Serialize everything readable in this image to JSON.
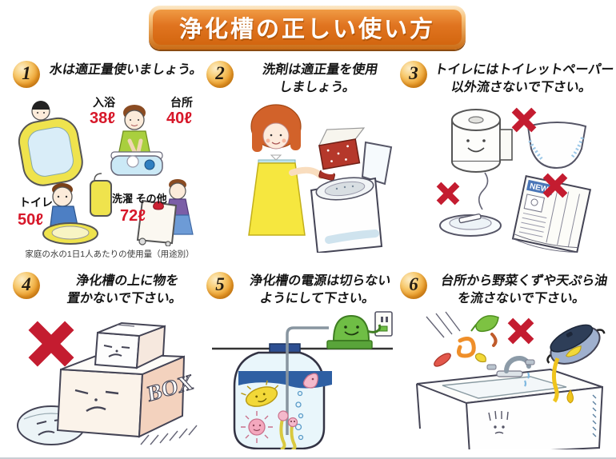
{
  "banner": {
    "title": "浄化槽の正しい使い方"
  },
  "sections": [
    {
      "number": "1",
      "heading_line1": "水は適正量使いましょう。",
      "heading_line2": "",
      "usage": [
        {
          "label": "入浴",
          "value": "38ℓ"
        },
        {
          "label": "台所",
          "value": "40ℓ"
        },
        {
          "label": "トイレ",
          "value": "50ℓ"
        },
        {
          "label": "洗濯 その他",
          "value": "72ℓ"
        }
      ],
      "caption": "家庭の水の1日1人あたりの使用量（用途別）"
    },
    {
      "number": "2",
      "heading_line1": "洗剤は適正量を使用",
      "heading_line2": "しましょう。"
    },
    {
      "number": "3",
      "heading_line1": "トイレにはトイレットペーパー",
      "heading_line2": "以外流さないで下さい。",
      "newspaper_label": "NEW"
    },
    {
      "number": "4",
      "heading_line1": "浄化槽の上に物を",
      "heading_line2": "置かないで下さい。",
      "box_label": "BOX"
    },
    {
      "number": "5",
      "heading_line1": "浄化槽の電源は切らない",
      "heading_line2": "ようにして下さい。"
    },
    {
      "number": "6",
      "heading_line1": "台所から野菜くずや天ぷら油",
      "heading_line2": "を流さないで下さい。"
    }
  ],
  "colors": {
    "banner_orange": "#E07420",
    "banner_edge": "#FBDFAF",
    "number_gold": "#F0A437",
    "usage_value_red": "#D7182A",
    "prohibited_x_red": "#C41C30"
  }
}
